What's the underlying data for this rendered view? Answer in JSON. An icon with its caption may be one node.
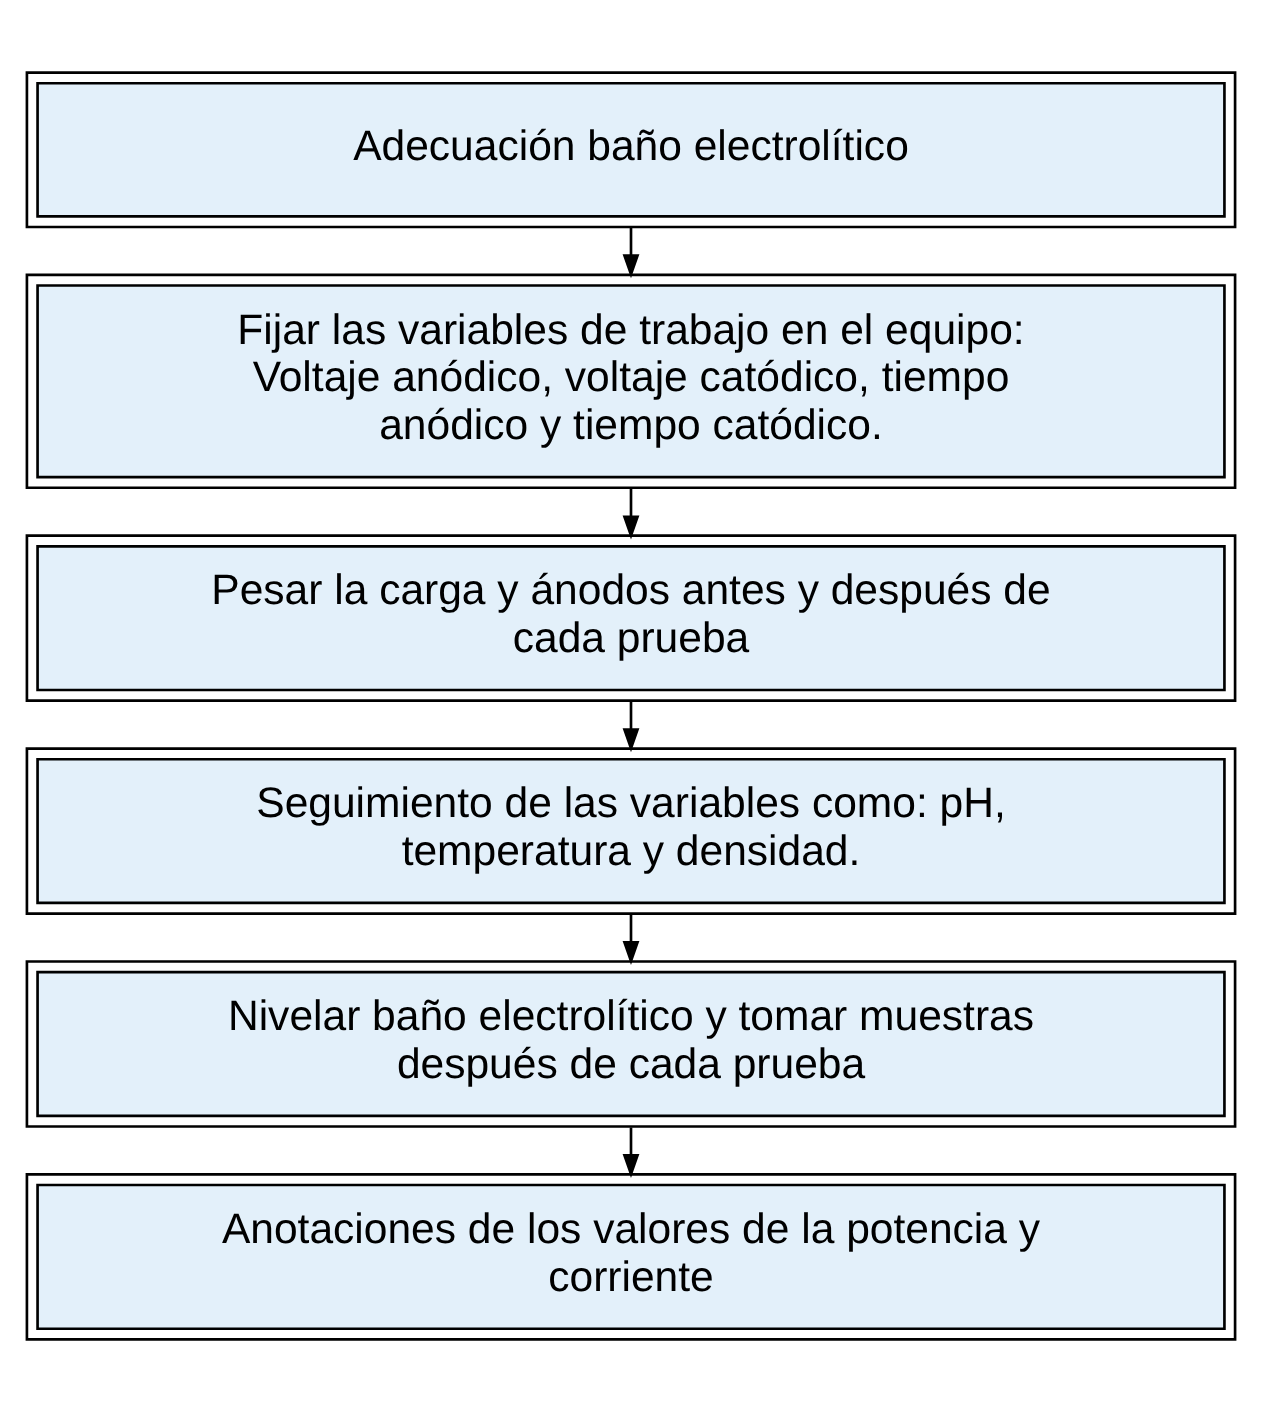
{
  "diagram": {
    "nodes": [
      {
        "text": [
          "Adecuación baño electrolítico"
        ]
      },
      {
        "text": [
          "Fijar las variables de trabajo en el equipo: Voltaje anódico, voltaje catódico, tiempo anódico y tiempo catódico."
        ]
      },
      {
        "text": [
          "Pesar la carga y ánodos antes y después de cada prueba"
        ]
      },
      {
        "text": [
          "Seguimiento de las variables como: pH, temperatura y densidad."
        ]
      },
      {
        "text": [
          "Nivelar baño electrolítico y tomar muestras después de cada prueba"
        ]
      },
      {
        "text": [
          "Anotaciones de los valores de la potencia y corriente"
        ]
      }
    ],
    "edges": [
      {
        "from": 0,
        "to": 1,
        "arrow": "to"
      },
      {
        "from": 1,
        "to": 2,
        "arrow": "to"
      },
      {
        "from": 2,
        "to": 3,
        "arrow": "to"
      },
      {
        "from": 3,
        "to": 4,
        "arrow": "to"
      },
      {
        "from": 4,
        "to": 5,
        "arrow": "to"
      }
    ]
  }
}
